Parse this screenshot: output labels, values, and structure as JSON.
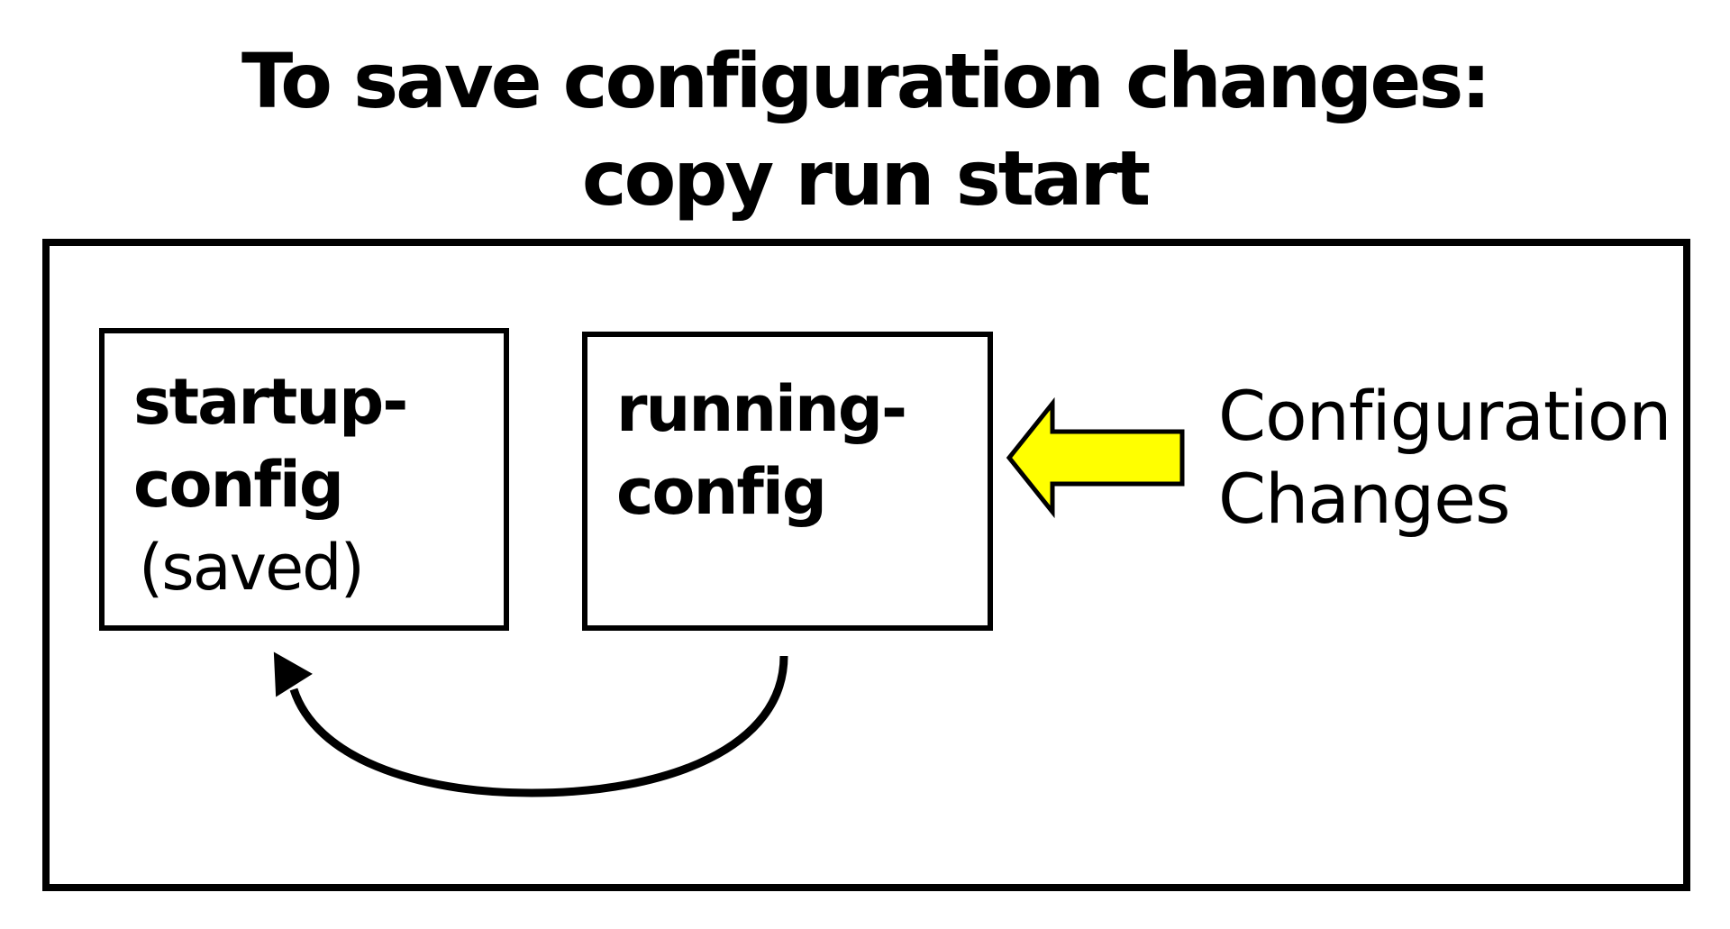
{
  "title": {
    "line1": "To save configuration changes:",
    "line2": "copy run start"
  },
  "startup_box": {
    "line1": "startup-",
    "line2": "config",
    "line3": "(saved)"
  },
  "running_box": {
    "line1": "running-",
    "line2": "config"
  },
  "changes_label": {
    "line1": "Configuration",
    "line2": "Changes"
  },
  "colors": {
    "arrow_fill": "#ffff00",
    "stroke": "#000000",
    "background": "#ffffff"
  },
  "icons": {
    "input_arrow": "left-arrow-icon",
    "copy_arrow": "curved-arrow-icon"
  }
}
